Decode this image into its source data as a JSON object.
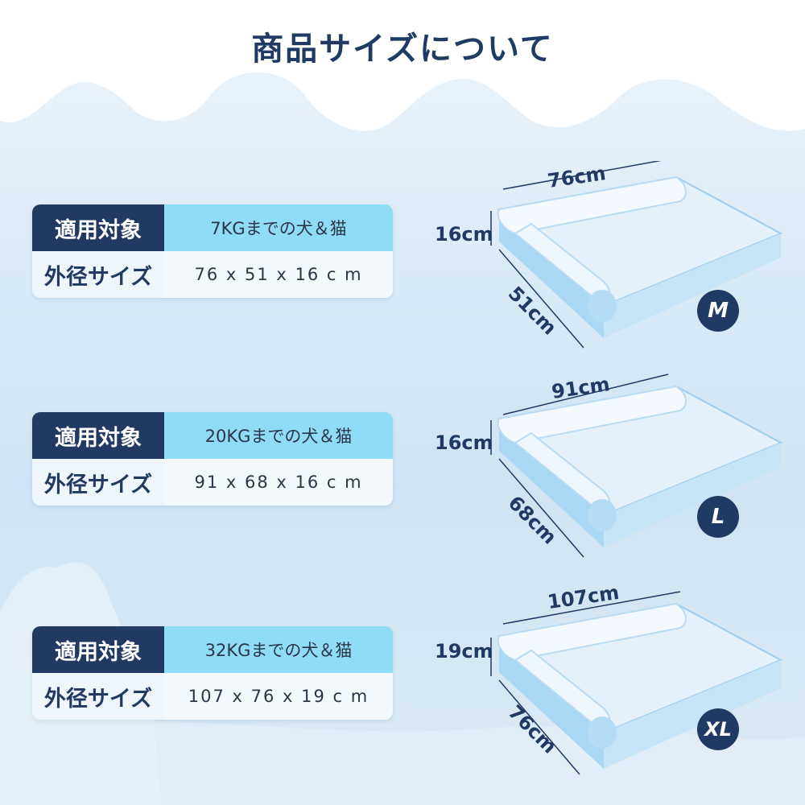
{
  "title": "商品サイズについて",
  "labels": {
    "target": "適用対象",
    "size": "外径サイズ"
  },
  "products": [
    {
      "badge": "M",
      "target": "7KGまでの犬＆猫",
      "size": "76 x 51 x 16 c m",
      "width": "76cm",
      "height": "16cm",
      "depth": "51cm"
    },
    {
      "badge": "L",
      "target": "20KGまでの犬＆猫",
      "size": "91 x 68 x 16 c m",
      "width": "91cm",
      "height": "16cm",
      "depth": "68cm"
    },
    {
      "badge": "XL",
      "target": "32KGまでの犬＆猫",
      "size": "107 x 76 x 19 c m",
      "width": "107cm",
      "height": "19cm",
      "depth": "76cm"
    }
  ],
  "colors": {
    "navy": "#1f3a63",
    "aqua": "#8fdcf7",
    "bed": "#d9ecf8",
    "bed_edge": "#7ec0ea"
  }
}
